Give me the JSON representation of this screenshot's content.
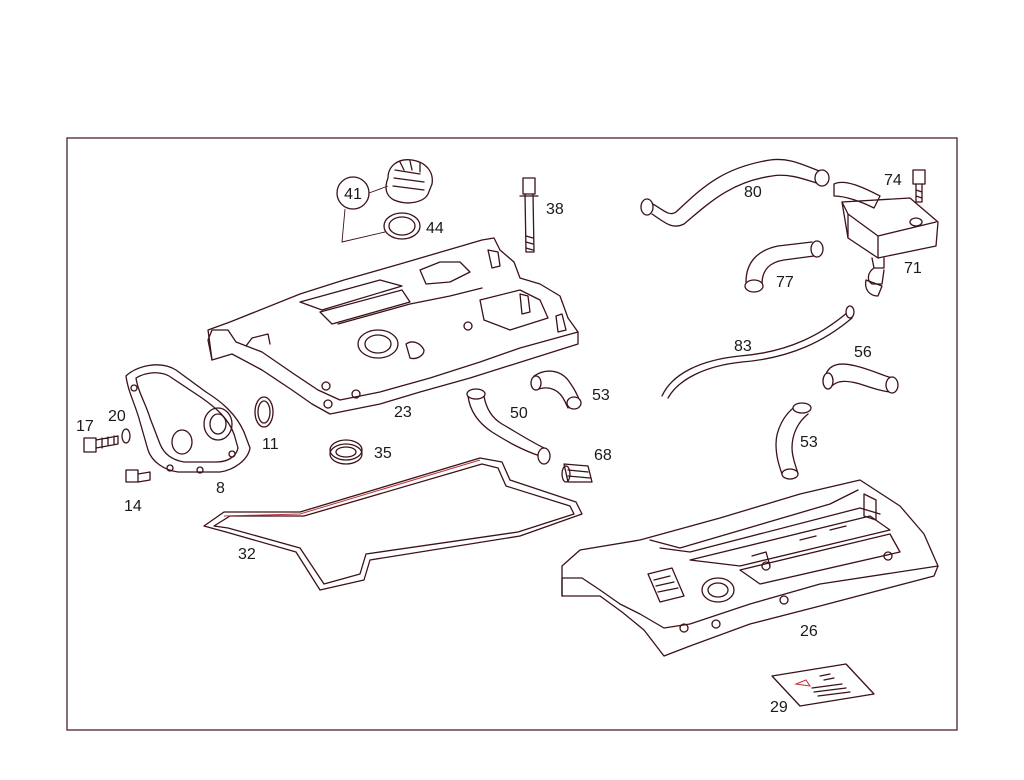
{
  "colors": {
    "line": "#3a1218",
    "accent": "#c0303a",
    "background": "#ffffff"
  },
  "callouts": [
    {
      "id": "p41",
      "label": "41"
    },
    {
      "id": "p44",
      "label": "44"
    },
    {
      "id": "p38",
      "label": "38"
    },
    {
      "id": "p80",
      "label": "80"
    },
    {
      "id": "p74",
      "label": "74"
    },
    {
      "id": "p71",
      "label": "71"
    },
    {
      "id": "p77",
      "label": "77"
    },
    {
      "id": "p83",
      "label": "83"
    },
    {
      "id": "p56",
      "label": "56"
    },
    {
      "id": "p53a",
      "label": "53"
    },
    {
      "id": "p53b",
      "label": "53"
    },
    {
      "id": "p50",
      "label": "50"
    },
    {
      "id": "p68",
      "label": "68"
    },
    {
      "id": "p23",
      "label": "23"
    },
    {
      "id": "p35",
      "label": "35"
    },
    {
      "id": "p11",
      "label": "11"
    },
    {
      "id": "p17",
      "label": "17"
    },
    {
      "id": "p20",
      "label": "20"
    },
    {
      "id": "p14",
      "label": "14"
    },
    {
      "id": "p8",
      "label": "8"
    },
    {
      "id": "p32",
      "label": "32"
    },
    {
      "id": "p26",
      "label": "26"
    },
    {
      "id": "p29",
      "label": "29"
    }
  ]
}
